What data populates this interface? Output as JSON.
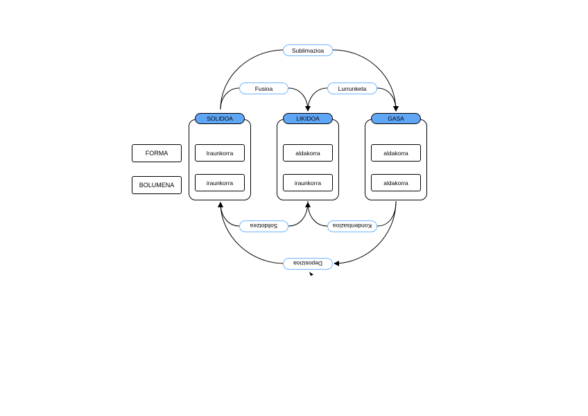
{
  "row_labels": {
    "forma": "FORMA",
    "bolumena": "BOLUMENA"
  },
  "states": [
    {
      "name": "SOLIDOA",
      "forma": "Iraunkorra",
      "bolumena": "iraunkorra"
    },
    {
      "name": "LIKIDOA",
      "forma": "aldakorra",
      "bolumena": "iraunkorra"
    },
    {
      "name": "GASA",
      "forma": "aldakorra",
      "bolumena": "aldakorra"
    }
  ],
  "processes": {
    "sublimation": "Sublimazioa",
    "fusion": "Fusioa",
    "vaporization": "Lurrunketa",
    "solidification": "Solidotzea",
    "condensation": "Kondentsazioa",
    "deposition": "Deposizioa"
  },
  "colors": {
    "state_header": "#5fa6f5",
    "process_border": "#6db4ff"
  }
}
